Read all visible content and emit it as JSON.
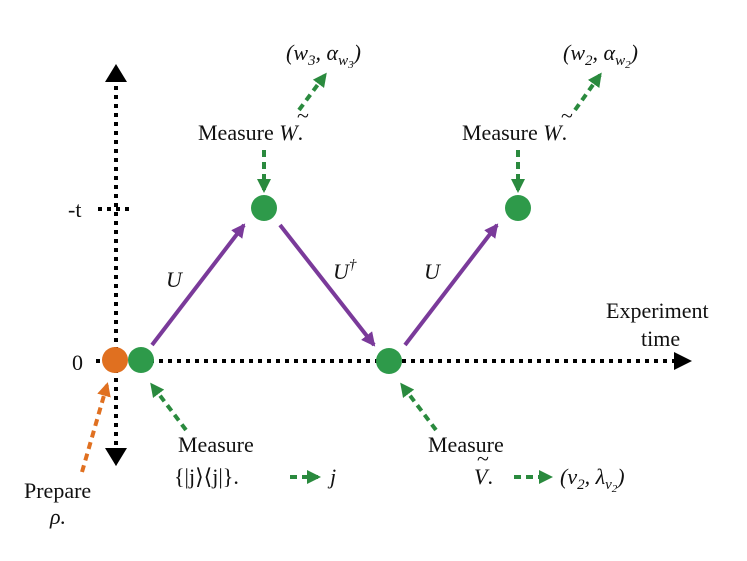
{
  "axis": {
    "tick_neg_t": "-t",
    "tick_zero": "0"
  },
  "experiment_time_label": {
    "line1": "Experiment",
    "line2": "time"
  },
  "prepare": {
    "line1": "Prepare",
    "line2": "ρ."
  },
  "measure_j": {
    "line1": "Measure",
    "line2": "{|j⟩⟨j|}.",
    "result": "j"
  },
  "measure_v": {
    "line1": "Measure",
    "line2_main": "V",
    "line2_dot": ".",
    "result_main": "(v",
    "result_sub1": "2",
    "result_mid": ", λ",
    "result_sub2": "v",
    "result_sub3": "2",
    "result_end": ")"
  },
  "measure_w_left": {
    "text": "Measure ",
    "symbol": "W",
    "dot": "."
  },
  "measure_w_right": {
    "text": "Measure ",
    "symbol": "W",
    "dot": "."
  },
  "result_w3": {
    "open": "(w",
    "sub1": "3",
    "mid": ", α",
    "sub2": "w",
    "sub3": "3",
    "close": ")"
  },
  "result_w2": {
    "open": "(w",
    "sub1": "2",
    "mid": ", α",
    "sub2": "w",
    "sub3": "2",
    "close": ")"
  },
  "evolution": {
    "u1": "U",
    "udag": "U",
    "dagger": "†",
    "u2": "U"
  },
  "colors": {
    "orange": "#e07020",
    "green": "#2e9a4a",
    "green_arrow": "#2a8a3e",
    "purple": "#7a3a9a",
    "black": "#000000"
  }
}
